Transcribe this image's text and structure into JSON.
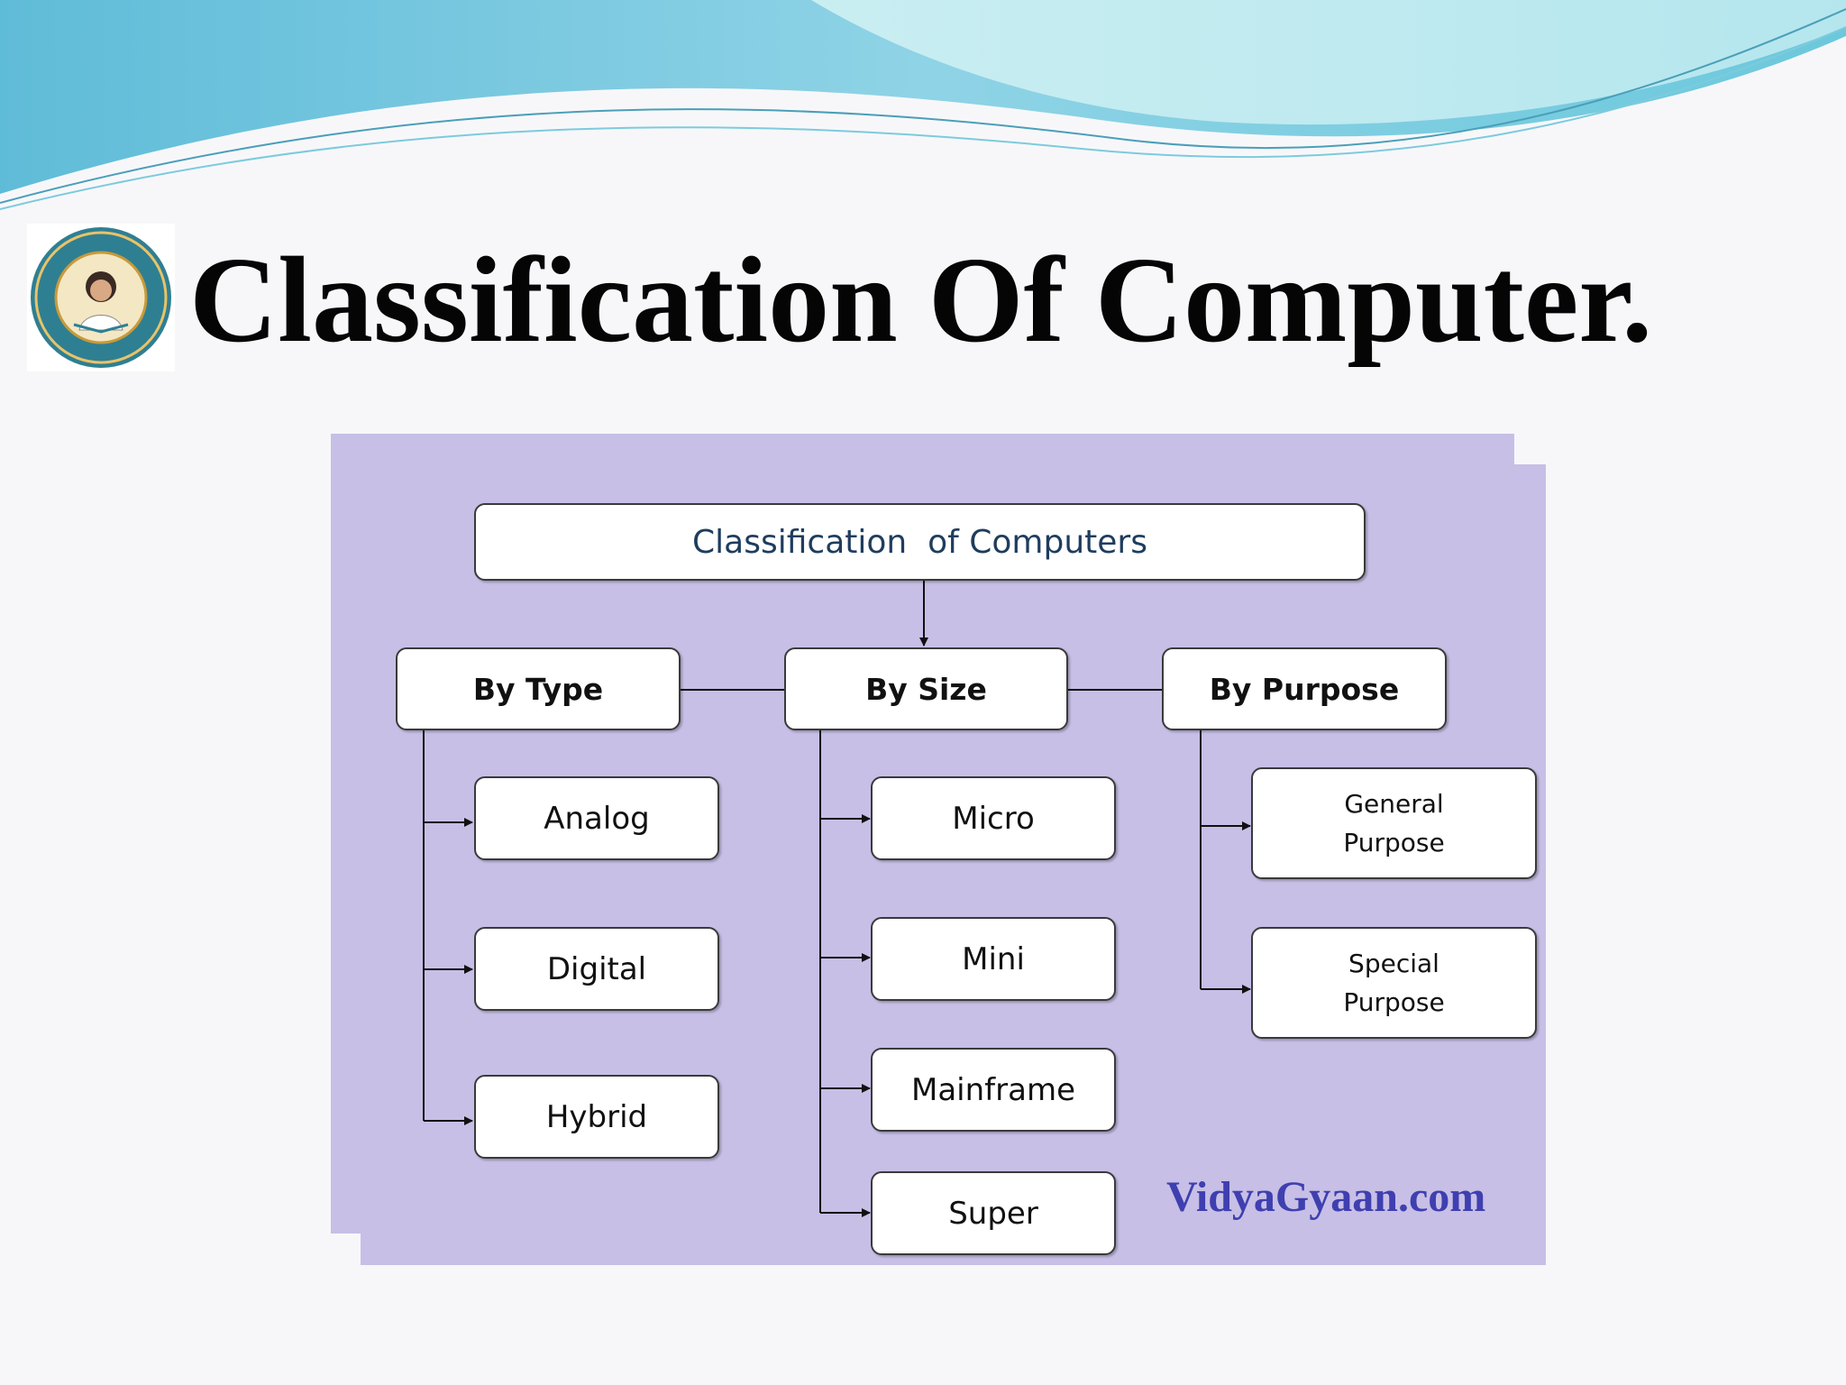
{
  "slide": {
    "title": "Classification Of Computer.",
    "watermark": "VidyaGyaan.com"
  },
  "diagram": {
    "root": "Classification  of Computers",
    "categories": {
      "type": {
        "label": "By Type",
        "items": [
          "Analog",
          "Digital",
          "Hybrid"
        ]
      },
      "size": {
        "label": "By Size",
        "items": [
          "Micro",
          "Mini",
          "Mainframe",
          "Super"
        ]
      },
      "purpose": {
        "label": "By Purpose",
        "items": [
          {
            "line1": "General",
            "line2": "Purpose"
          },
          {
            "line1": "Special",
            "line2": "Purpose"
          }
        ]
      }
    }
  },
  "colors": {
    "panel": "#c7bfe6",
    "title_text": "#050505",
    "root_text": "#1f3d5e",
    "watermark": "#3f3fb0",
    "wave_dark": "#5ab8d6",
    "wave_light": "#a8e2ea"
  }
}
